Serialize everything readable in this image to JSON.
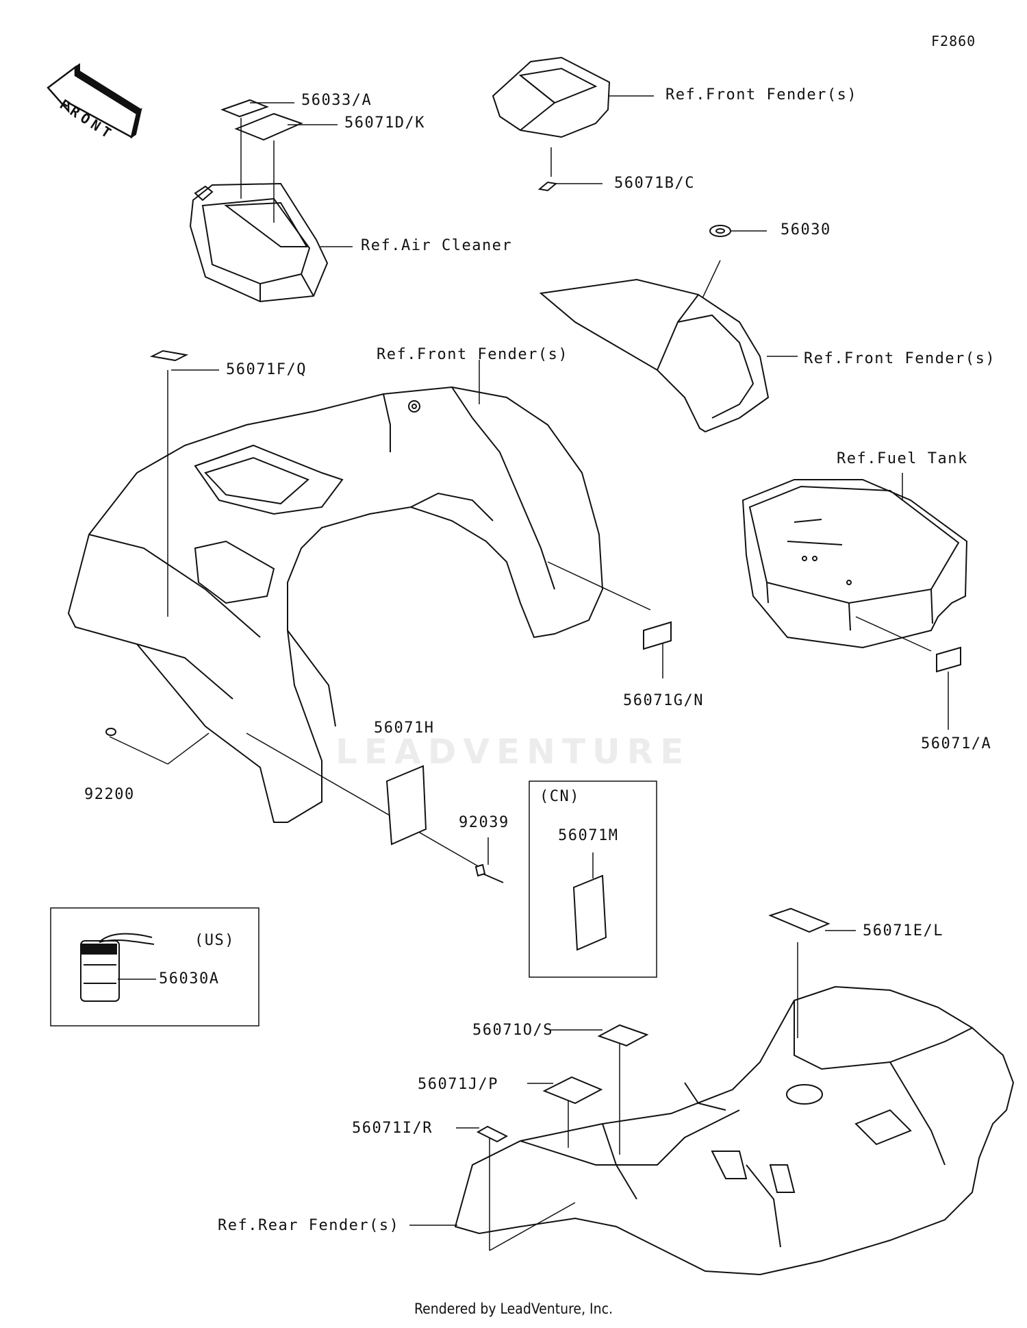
{
  "diagram_code": "F2860",
  "front_arrow_label": "FRONT",
  "watermark": "LEADVENTURE",
  "footer": "Rendered by LeadVenture, Inc.",
  "parts": {
    "p56033A": "56033/A",
    "p56071DK": "56071D/K",
    "refAirCleaner": "Ref.Air Cleaner",
    "refFrontFender1": "Ref.Front Fender(s)",
    "p56071BC": "56071B/C",
    "p56030": "56030",
    "refFrontFender2": "Ref.Front Fender(s)",
    "p56071FQ": "56071F/Q",
    "refFrontFender3": "Ref.Front Fender(s)",
    "refFuelTank": "Ref.Fuel Tank",
    "p56071GN": "56071G/N",
    "p56071A": "56071/A",
    "p56071H": "56071H",
    "p92200": "92200",
    "p92039": "92039",
    "regionCN": "(CN)",
    "p56071M": "56071M",
    "regionUS": "(US)",
    "p56030A": "56030A",
    "p56071EL": "56071E/L",
    "p56071OS": "56071O/S",
    "p56071JP": "56071J/P",
    "p56071IR": "56071I/R",
    "refRearFender": "Ref.Rear Fender(s)"
  }
}
